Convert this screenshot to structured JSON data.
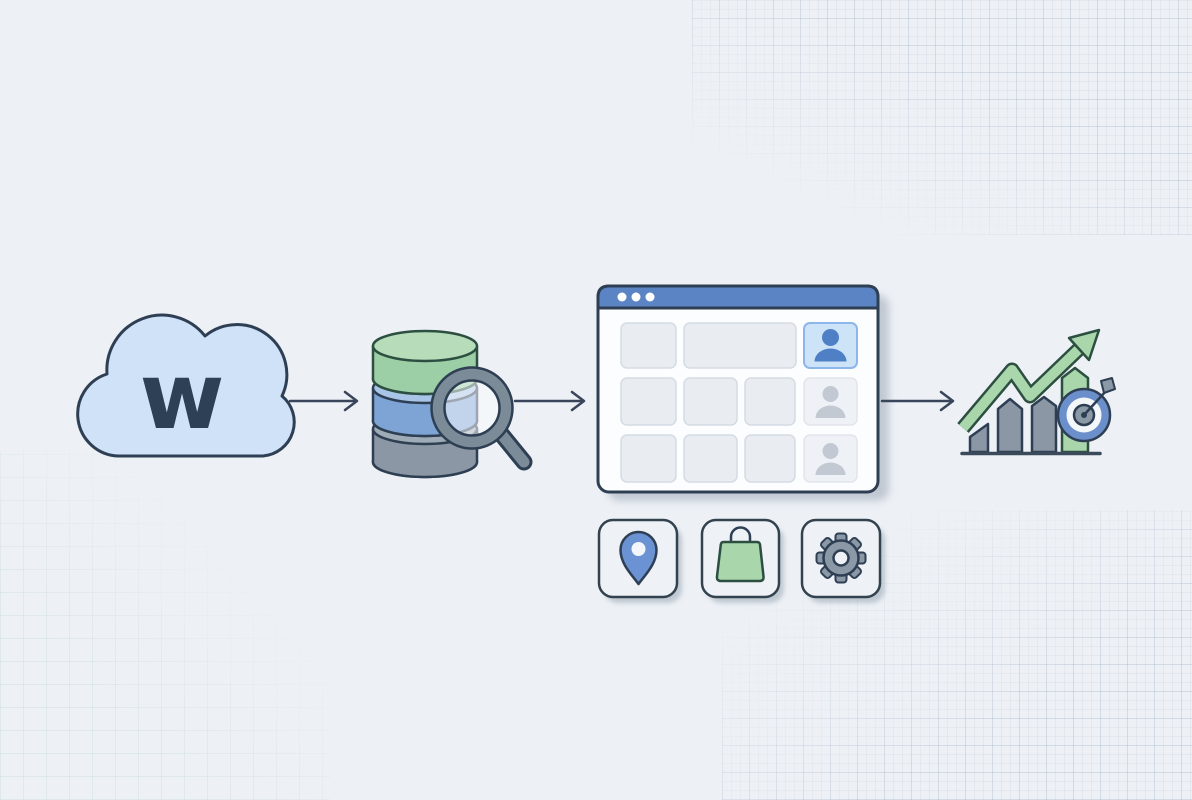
{
  "background": {
    "color": "#edf1f6",
    "grid_line_color": "#ccd6e2",
    "grid_accent_color": "#bcd4c8"
  },
  "flow": {
    "cloud_label": "w",
    "arrow_count": 3,
    "nodes": [
      {
        "id": "cloud-source",
        "icon": "cloud-icon",
        "label": "w",
        "fill": "#cfe2f7",
        "label_color": "#2d4055"
      },
      {
        "id": "database-search",
        "icon": "database-icon",
        "overlay_icon": "magnifier-icon",
        "layer_colors": [
          "#9ccfa6",
          "#7da4d4",
          "#8b97a4"
        ]
      },
      {
        "id": "data-grid-window",
        "icon": "browser-window",
        "titlebar_color": "#5b84c4",
        "titlebar_dots": 3,
        "grid_rows": 3,
        "placeholder_cells": 8,
        "user_cells": 3,
        "active_user_cells": 1,
        "active_cell_fill": "#cde3f8",
        "active_user_color": "#4f80c6",
        "muted_user_color": "#c2c9d3"
      },
      {
        "id": "analytics-growth",
        "icon": "bar-chart-icon",
        "overlay_icons": [
          "growth-arrow-icon",
          "target-dart-icon"
        ],
        "bar_count": 4,
        "bar_colors": [
          "#8b97a4",
          "#8b97a4",
          "#8b97a4",
          "#a9d6ab"
        ],
        "trend_color": "#a9d6ab",
        "target_color": "#6b8fcb"
      }
    ]
  },
  "badges": [
    {
      "id": "location",
      "icon": "location-pin-icon",
      "color": "#6b92d3"
    },
    {
      "id": "shopping",
      "icon": "shopping-bag-icon",
      "color": "#a9d6ab"
    },
    {
      "id": "settings",
      "icon": "gear-icon",
      "color": "#8b98a5"
    }
  ],
  "palette": {
    "outline": "#2e3f54",
    "green_outline": "#2d4f41",
    "arrow": "#39455a"
  }
}
